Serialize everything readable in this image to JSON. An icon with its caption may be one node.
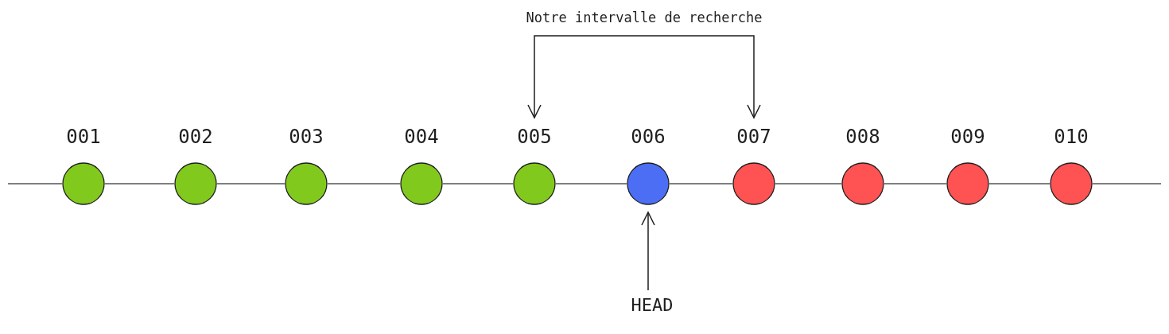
{
  "diagram": {
    "nodes": [
      {
        "text": [
          "001"
        ]
      },
      {
        "text": [
          "002"
        ]
      },
      {
        "text": [
          "003"
        ]
      },
      {
        "text": [
          "004"
        ]
      },
      {
        "text": [
          "005"
        ]
      },
      {
        "text": [
          "006"
        ]
      },
      {
        "text": [
          "007"
        ]
      },
      {
        "text": [
          "008"
        ]
      },
      {
        "text": [
          "009"
        ]
      },
      {
        "text": [
          "010"
        ]
      },
      {
        "text": [
          "Notre intervalle de recherche"
        ]
      },
      {
        "text": [
          "HEAD"
        ]
      }
    ],
    "edges": [
      {
        "from": null,
        "to": 0,
        "arrow": "none"
      },
      {
        "from": 0,
        "to": 1,
        "arrow": "none"
      },
      {
        "from": 1,
        "to": 2,
        "arrow": "none"
      },
      {
        "from": 2,
        "to": 3,
        "arrow": "none"
      },
      {
        "from": 3,
        "to": 4,
        "arrow": "none"
      },
      {
        "from": 4,
        "to": 5,
        "arrow": "none"
      },
      {
        "from": 5,
        "to": 6,
        "arrow": "none"
      },
      {
        "from": 6,
        "to": 7,
        "arrow": "none"
      },
      {
        "from": 7,
        "to": 8,
        "arrow": "none"
      },
      {
        "from": 8,
        "to": 9,
        "arrow": "none"
      },
      {
        "from": 9,
        "to": null,
        "arrow": "none"
      },
      {
        "from": 10,
        "to": 4,
        "arrow": "to"
      },
      {
        "from": 10,
        "to": 6,
        "arrow": "to"
      },
      {
        "from": 11,
        "to": 5,
        "arrow": "to"
      }
    ]
  }
}
